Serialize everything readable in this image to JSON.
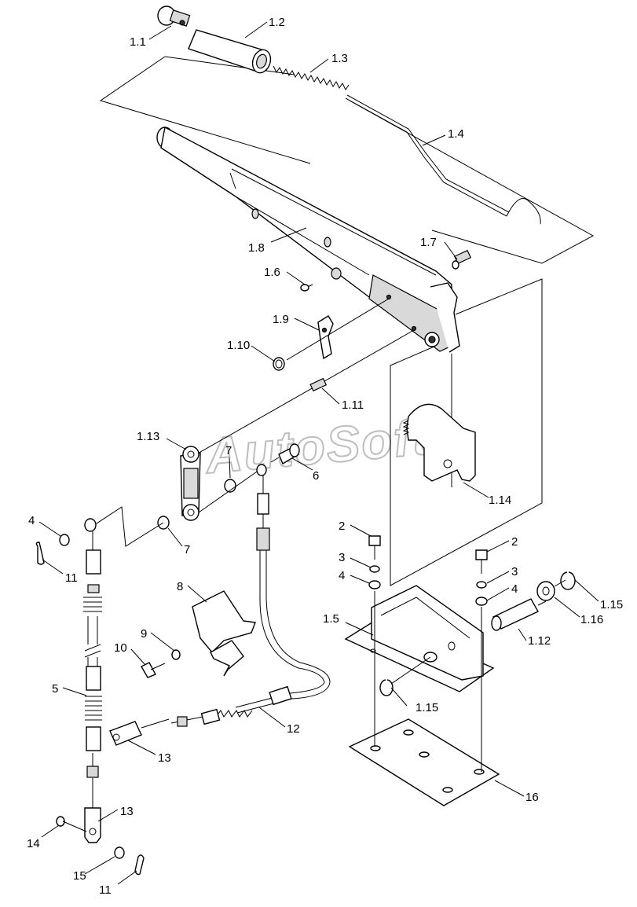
{
  "watermark": "AutoSoft",
  "callouts": [
    {
      "id": "c-1-1",
      "text": "1.1"
    },
    {
      "id": "c-1-2",
      "text": "1.2"
    },
    {
      "id": "c-1-3",
      "text": "1.3"
    },
    {
      "id": "c-1-4",
      "text": "1.4"
    },
    {
      "id": "c-1-8",
      "text": "1.8"
    },
    {
      "id": "c-1-7",
      "text": "1.7"
    },
    {
      "id": "c-1-6",
      "text": "1.6"
    },
    {
      "id": "c-1-9",
      "text": "1.9"
    },
    {
      "id": "c-1-10",
      "text": "1.10"
    },
    {
      "id": "c-1-11",
      "text": "1.11"
    },
    {
      "id": "c-1-13",
      "text": "1.13"
    },
    {
      "id": "c-7a",
      "text": "7"
    },
    {
      "id": "c-6",
      "text": "6"
    },
    {
      "id": "c-1-14",
      "text": "1.14"
    },
    {
      "id": "c-4a",
      "text": "4"
    },
    {
      "id": "c-11a",
      "text": "11"
    },
    {
      "id": "c-7b",
      "text": "7"
    },
    {
      "id": "c-2a",
      "text": "2"
    },
    {
      "id": "c-3a",
      "text": "3"
    },
    {
      "id": "c-4b",
      "text": "4"
    },
    {
      "id": "c-2b",
      "text": "2"
    },
    {
      "id": "c-3b",
      "text": "3"
    },
    {
      "id": "c-4c",
      "text": "4"
    },
    {
      "id": "c-1-15a",
      "text": "1.15"
    },
    {
      "id": "c-1-16",
      "text": "1.16"
    },
    {
      "id": "c-8",
      "text": "8"
    },
    {
      "id": "c-1-5",
      "text": "1.5"
    },
    {
      "id": "c-9",
      "text": "9"
    },
    {
      "id": "c-10",
      "text": "10"
    },
    {
      "id": "c-1-12",
      "text": "1.12"
    },
    {
      "id": "c-5",
      "text": "5"
    },
    {
      "id": "c-1-15b",
      "text": "1.15"
    },
    {
      "id": "c-12",
      "text": "12"
    },
    {
      "id": "c-13a",
      "text": "13"
    },
    {
      "id": "c-16",
      "text": "16"
    },
    {
      "id": "c-13b",
      "text": "13"
    },
    {
      "id": "c-14",
      "text": "14"
    },
    {
      "id": "c-15",
      "text": "15"
    },
    {
      "id": "c-11b",
      "text": "11"
    }
  ]
}
